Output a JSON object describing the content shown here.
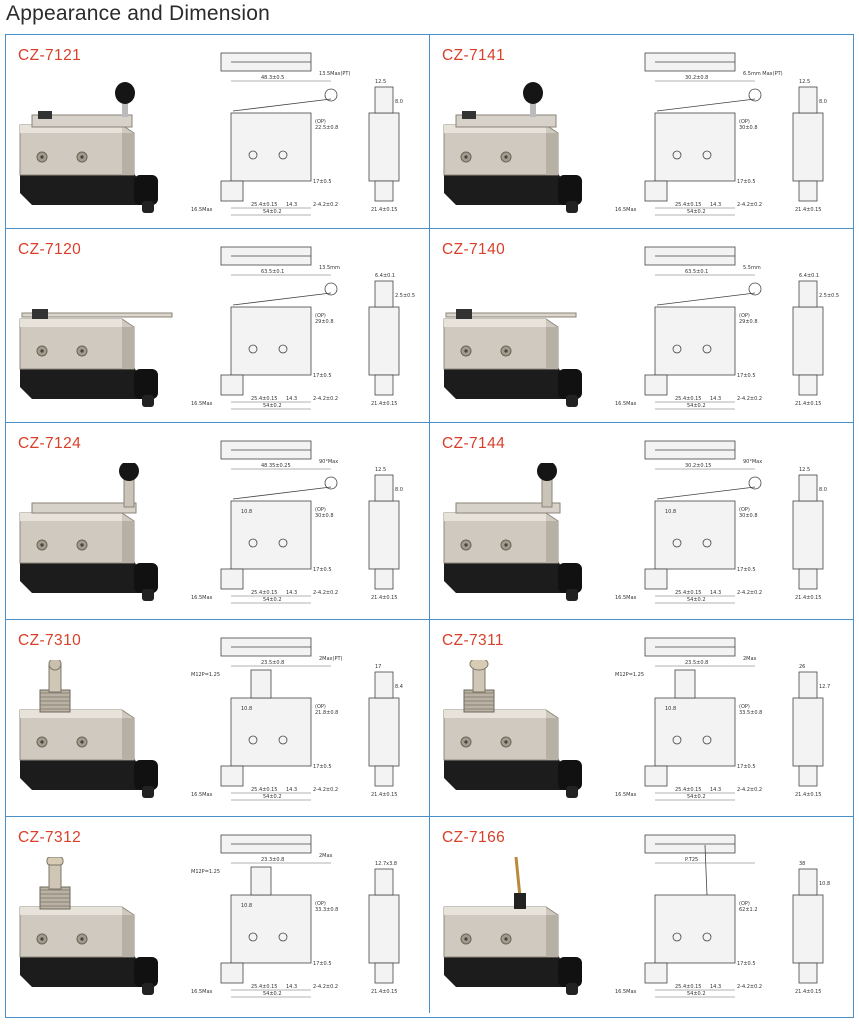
{
  "page": {
    "title": "Appearance and Dimension"
  },
  "products": [
    {
      "model": "CZ-7121",
      "actuator": "roller-lever",
      "dims": {
        "top": "48.3±0.5",
        "tip": "13.5Max(PT)",
        "op": "(OP)",
        "opv": "22.5±0.8",
        "d1": "25.4±0.15",
        "d2": "14.3",
        "d3": "2-4.2±0.2",
        "w": "54±0.2",
        "base": "16.5Max",
        "side": "21.4±0.15",
        "h": "17±0.5",
        "s1": "12.5",
        "s2": "8.0"
      }
    },
    {
      "model": "CZ-7141",
      "actuator": "short-roller-lever",
      "dims": {
        "top": "30.2±0.8",
        "tip": "6.5mm Max(PT)",
        "op": "(OP)",
        "opv": "30±0.8",
        "d1": "25.4±0.15",
        "d2": "14.3",
        "d3": "2-4.2±0.2",
        "w": "54±0.2",
        "base": "16.5Max",
        "side": "21.4±0.15",
        "h": "17±0.5",
        "s1": "12.5",
        "s2": "8.0"
      }
    },
    {
      "model": "CZ-7120",
      "actuator": "long-lever",
      "dims": {
        "top": "63.5±0.1",
        "tip": "13.5mm",
        "op": "(OP)",
        "opv": "29±0.8",
        "d1": "25.4±0.15",
        "d2": "14.3",
        "d3": "2-4.2±0.2",
        "w": "54±0.2",
        "base": "16.5Max",
        "side": "21.4±0.15",
        "h": "17±0.5",
        "s1": "6.4±0.1",
        "s2": "2.5±0.5"
      }
    },
    {
      "model": "CZ-7140",
      "actuator": "short-lever",
      "dims": {
        "top": "63.5±0.1",
        "tip": "5.5mm",
        "op": "(OP)",
        "opv": "29±0.8",
        "d1": "25.4±0.15",
        "d2": "14.3",
        "d3": "2-4.2±0.2",
        "w": "54±0.2",
        "base": "16.5Max",
        "side": "21.4±0.15",
        "h": "17±0.5",
        "s1": "6.4±0.1",
        "s2": "2.5±0.5"
      }
    },
    {
      "model": "CZ-7124",
      "actuator": "adjustable-roller-lever",
      "dims": {
        "top": "48.35±0.25",
        "tip": "90°Max",
        "op": "(OP)",
        "opv": "30±0.8",
        "d1": "25.4±0.15",
        "d2": "14.3",
        "d3": "2-4.2±0.2",
        "w": "54±0.2",
        "base": "16.5Max",
        "side": "21.4±0.15",
        "h": "17±0.5",
        "s1": "12.5",
        "s2": "8.0",
        "inner": "10.8"
      }
    },
    {
      "model": "CZ-7144",
      "actuator": "short-adjustable-roller-lever",
      "dims": {
        "top": "30.2±0.15",
        "tip": "90°Max",
        "op": "(OP)",
        "opv": "30±0.8",
        "d1": "25.4±0.15",
        "d2": "14.3",
        "d3": "2-4.2±0.2",
        "w": "54±0.2",
        "base": "16.5Max",
        "side": "21.4±0.15",
        "h": "17±0.5",
        "s1": "12.5",
        "s2": "8.0",
        "inner": "10.8"
      }
    },
    {
      "model": "CZ-7310",
      "actuator": "panel-mount-plunger",
      "dims": {
        "top": "23.5±0.8",
        "tip": "2Max(PT)",
        "op": "(OP)",
        "opv": "21.8±0.8",
        "d1": "25.4±0.15",
        "d2": "14.3",
        "d3": "2-4.2±0.2",
        "w": "54±0.2",
        "base": "16.5Max",
        "side": "21.4±0.15",
        "h": "17±0.5",
        "thread": "M12P=1.25",
        "s1": "17",
        "s2": "8.4",
        "inner": "10.8"
      }
    },
    {
      "model": "CZ-7311",
      "actuator": "panel-mount-roller-plunger",
      "dims": {
        "top": "23.5±0.8",
        "tip": "2Max",
        "op": "(OP)",
        "opv": "33.5±0.8",
        "d1": "25.4±0.15",
        "d2": "14.3",
        "d3": "2-4.2±0.2",
        "w": "54±0.2",
        "base": "16.5Max",
        "side": "21.4±0.15",
        "h": "17±0.5",
        "thread": "M12P=1.25",
        "s1": "26",
        "s2": "12.7",
        "inner": "10.8"
      }
    },
    {
      "model": "CZ-7312",
      "actuator": "panel-mount-cross-roller-plunger",
      "dims": {
        "top": "23.3±0.8",
        "tip": "2Max",
        "op": "(OP)",
        "opv": "33.3±0.8",
        "d1": "25.4±0.15",
        "d2": "14.3",
        "d3": "2-4.2±0.2",
        "w": "54±0.2",
        "base": "16.5Max",
        "side": "21.4±0.15",
        "h": "17±0.5",
        "thread": "M12P=1.25",
        "s1": "12.7x3.8",
        "s2": "",
        "inner": "10.8"
      }
    },
    {
      "model": "CZ-7166",
      "actuator": "coil-spring-rod",
      "dims": {
        "top": "P.T25",
        "tip": "",
        "op": "(OP)",
        "opv": "62±1.2",
        "d1": "25.4±0.15",
        "d2": "14.3",
        "d3": "2-4.2±0.2",
        "w": "54±0.2",
        "base": "16.5Max",
        "side": "21.4±0.15",
        "h": "17±0.5",
        "s1": "38",
        "s2": "10.8"
      }
    }
  ]
}
